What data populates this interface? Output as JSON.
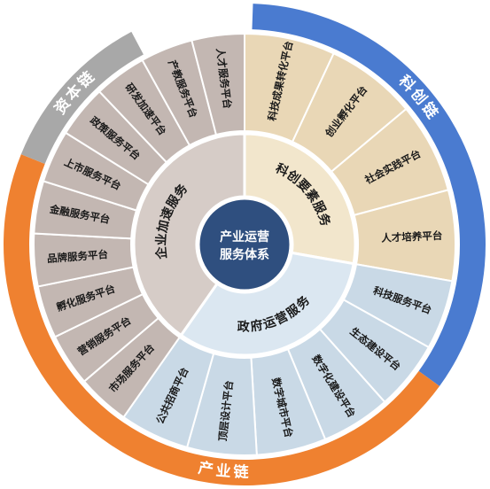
{
  "center": {
    "line1": "产业运营",
    "line2": "服务体系"
  },
  "chains": {
    "kechuang": {
      "label": "科创链",
      "color": "#4a7bd0"
    },
    "ziben": {
      "label": "资本链",
      "color": "#a8a8a8"
    },
    "chanye": {
      "label": "产业链",
      "color": "#ef8130"
    }
  },
  "groups": {
    "kechuang_yaosu": {
      "label": "科创要素服务",
      "color": "#e9d7b6",
      "mid_color": "#f2e6cc"
    },
    "zhengfu_yunying": {
      "label": "政府运营服务",
      "color": "#c9d9e6",
      "mid_color": "#dbe7f1"
    },
    "qiye_jiasu": {
      "label": "企业加速服务",
      "color": "#c3b7b2",
      "mid_color": "#d6ccc7"
    }
  },
  "segments": {
    "kechuang_yaosu": [
      "科技成果转化平台",
      "创业孵化平台",
      "社会实践平台",
      "人才培养平台"
    ],
    "zhengfu_yunying": [
      "科技服务平台",
      "生态建设平台",
      "数字化建设平台",
      "数字城市平台",
      "顶层设计平台",
      "公共招商平台"
    ],
    "qiye_jiasu": [
      "市场服务平台",
      "营销服务平台",
      "孵化服务平台",
      "品牌服务平台",
      "金融服务平台",
      "上市服务平台",
      "政策服务平台",
      "研发加速平台",
      "产教服务平台",
      "人才服务平台"
    ]
  },
  "colors": {
    "center_fill": "#2f4f7f",
    "separator": "#ffffff"
  }
}
